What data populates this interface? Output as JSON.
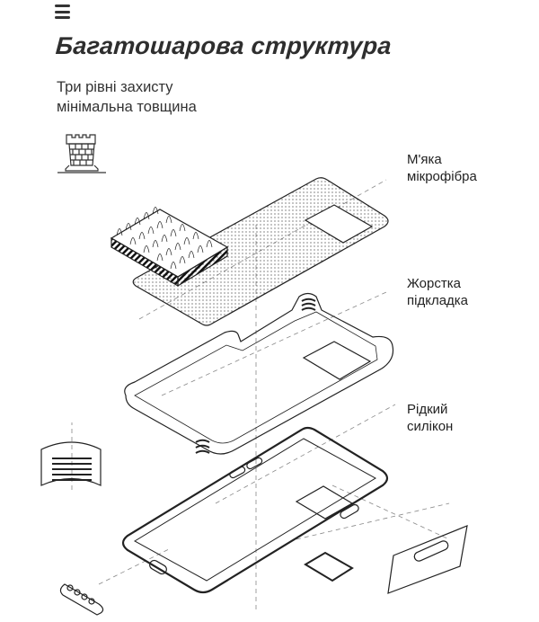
{
  "header": {
    "menu_icon": "hamburger-menu-icon"
  },
  "title": "Багатошарова структура",
  "subtitle": [
    "Три рівні захисту",
    "мінімальна товщина"
  ],
  "tower_icon": "castle-tower-icon",
  "layers": [
    {
      "line1": "М'яка",
      "line2": "мікрофібра"
    },
    {
      "line1": "Жорстка",
      "line2": "підкладка"
    },
    {
      "line1": "Рідкий",
      "line2": "силікон"
    }
  ]
}
